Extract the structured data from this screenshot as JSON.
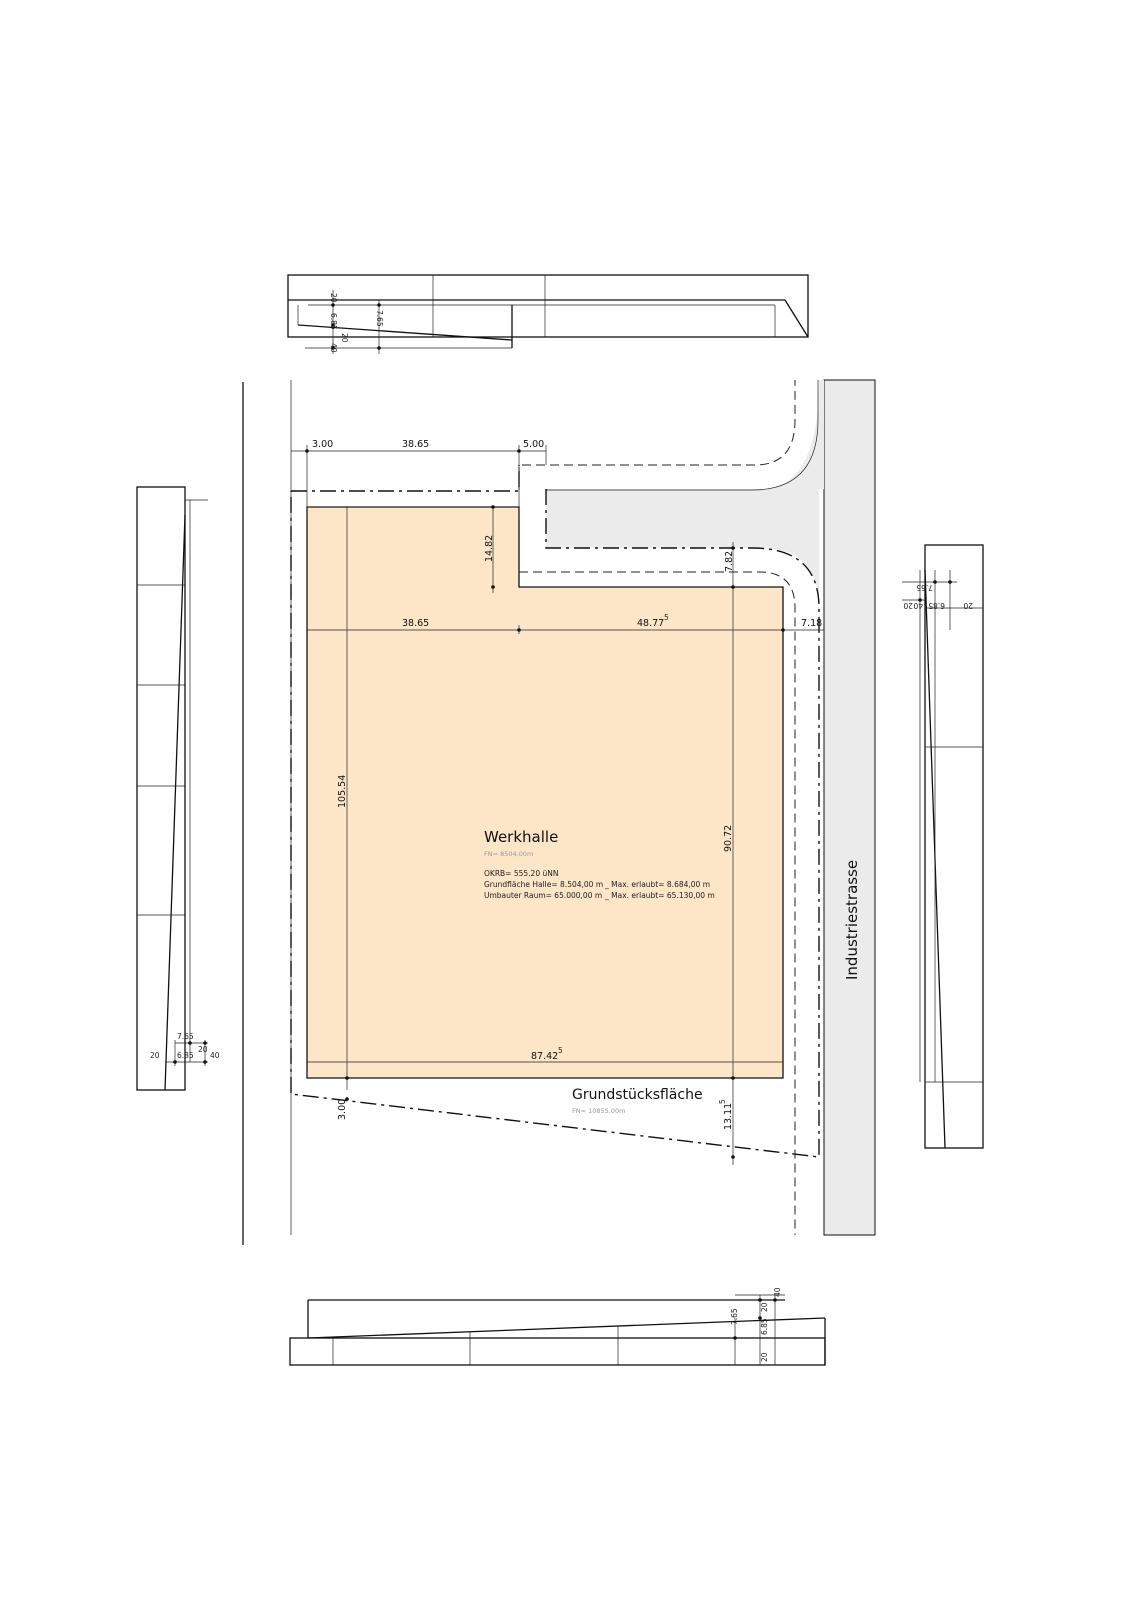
{
  "colors": {
    "building": "#fde5c8",
    "road": "#ebebeb",
    "line": "#111111"
  },
  "dims": {
    "d300": "3.00",
    "d3865": "38.65",
    "d500": "5.00",
    "d1482": "14.82",
    "d782": "7.82",
    "d3865b": "38.65",
    "d4877": "48.77",
    "d4877sup": "5",
    "d718": "7.18",
    "d10554": "105.54",
    "d9072": "90.72",
    "d8742": "87.42",
    "d8742sup": "5",
    "d300b": "3.00",
    "d1311": "13.11",
    "d1311sup": "5"
  },
  "building": {
    "name": "Werkhalle",
    "fn": "FN= 8504,00m",
    "okrb": "OKRB= 555.20 üNN",
    "line1a": "Grundfläche Halle= 8.504,00 m",
    "line1b": "_ Max. erlaubt= 8.684,00 m",
    "line2a": "Umbauter Raum= 65.000,00 m",
    "line2b": "_ Max. erlaubt= 65.130,00 m"
  },
  "plot": {
    "name": "Grundstücksfläche",
    "fn": "FN= 10855.00m"
  },
  "street": "Industriestrasse",
  "sections": {
    "top": {
      "a": "20",
      "b": "6.85",
      "c": "40",
      "d": "7.65",
      "e": "20"
    },
    "left": {
      "a": "7.65",
      "b": "20",
      "c": "6.85",
      "d": "20",
      "e": "40"
    },
    "right": {
      "a": "7.65",
      "b": "20",
      "c": "40",
      "d": "6.85",
      "e": "20"
    },
    "bottom": {
      "a": "7.65",
      "b": "20",
      "c": "40",
      "d": "6.85",
      "e": "20"
    }
  }
}
